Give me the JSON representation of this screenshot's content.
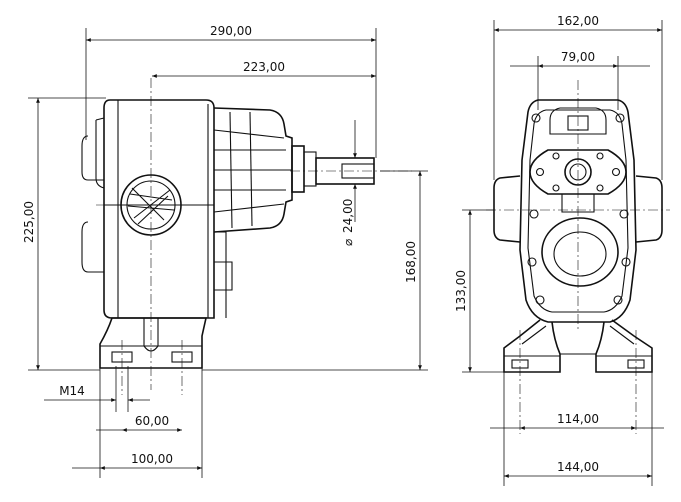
{
  "dimensions": {
    "side_total_width": "290,00",
    "side_body_width": "223,00",
    "side_total_height": "225,00",
    "shaft_diameter_symbol": "⌀",
    "shaft_diameter": "24,00",
    "shaft_height": "168,00",
    "bolt_thread": "M14",
    "foot_bolt_spacing": "60,00",
    "foot_width": "100,00",
    "front_total_width": "162,00",
    "front_port_width": "79,00",
    "front_port_height": "133,00",
    "front_foot_bolt_spacing": "114,00",
    "front_foot_width": "144,00"
  }
}
